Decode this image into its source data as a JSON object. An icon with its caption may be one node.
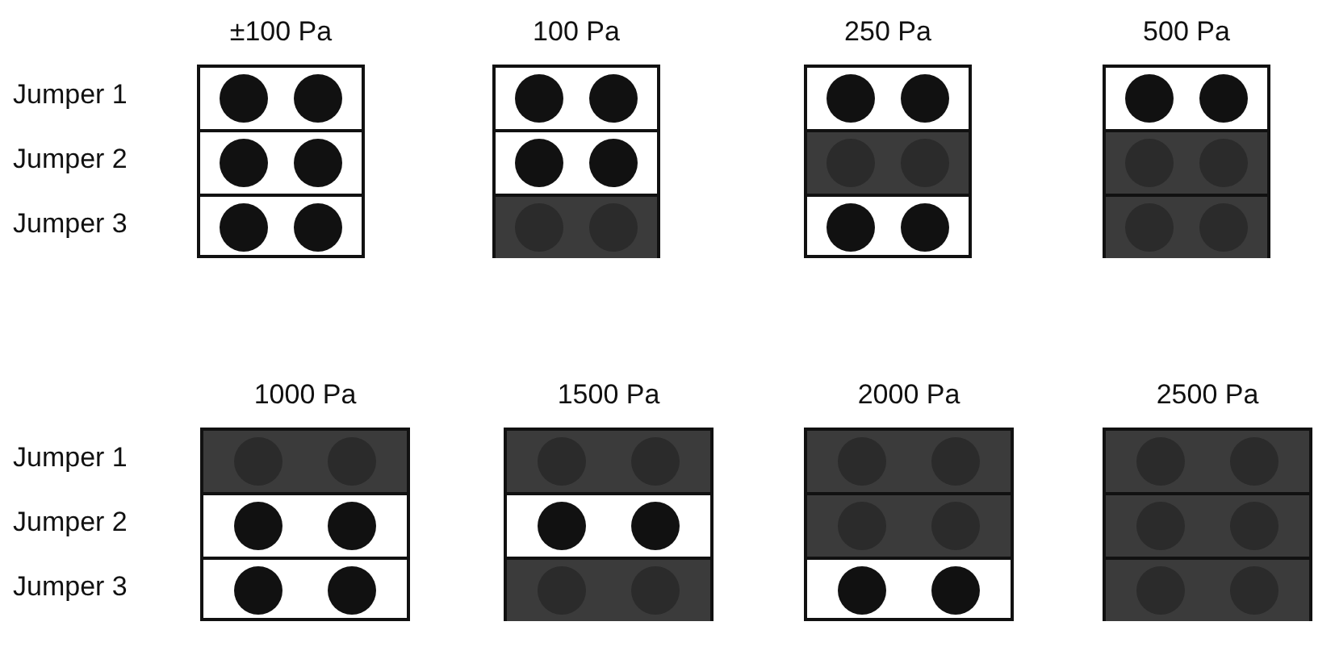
{
  "diagram": {
    "nodes": [
      {
        "text": [
          "±100 Pa"
        ]
      },
      {
        "text": [],
        "shape": "box",
        "in": 0
      },
      {
        "text": [],
        "shape": "box",
        "in": 0
      },
      {
        "text": [],
        "shape": "box",
        "in": 0
      },
      {
        "text": [
          "100 Pa"
        ]
      },
      {
        "text": [],
        "shape": "box",
        "in": 4
      },
      {
        "text": [],
        "shape": "box",
        "in": 4
      },
      {
        "text": [],
        "shape": "bar",
        "in": 4
      },
      {
        "text": [
          "250 Pa"
        ]
      },
      {
        "text": [],
        "shape": "box",
        "in": 8
      },
      {
        "text": [],
        "shape": "bar",
        "in": 8
      },
      {
        "text": [],
        "shape": "box",
        "in": 8
      },
      {
        "text": [
          "500 Pa"
        ]
      },
      {
        "text": [],
        "shape": "box",
        "in": 12
      },
      {
        "text": [],
        "shape": "bar",
        "in": 12
      },
      {
        "text": [],
        "shape": "bar",
        "in": 12
      },
      {
        "text": [
          "1000 Pa"
        ]
      },
      {
        "text": [],
        "shape": "bar",
        "in": 16
      },
      {
        "text": [],
        "shape": "box",
        "in": 16
      },
      {
        "text": [],
        "shape": "box",
        "in": 16
      },
      {
        "text": [
          "1500 Pa"
        ]
      },
      {
        "text": [],
        "shape": "bar",
        "in": 20
      },
      {
        "text": [],
        "shape": "box",
        "in": 20
      },
      {
        "text": [],
        "shape": "bar",
        "in": 20
      },
      {
        "text": [
          "2000 Pa"
        ]
      },
      {
        "text": [],
        "shape": "bar",
        "in": 24
      },
      {
        "text": [],
        "shape": "bar",
        "in": 24
      },
      {
        "text": [],
        "shape": "box",
        "in": 24
      },
      {
        "text": [
          "2500 Pa"
        ]
      },
      {
        "text": [],
        "shape": "bar",
        "in": 28
      },
      {
        "text": [],
        "shape": "bar",
        "in": 28
      },
      {
        "text": [],
        "shape": "bar",
        "in": 28
      }
    ],
    "labels": [
      "Jumper 1",
      "Jumper 2",
      "Jumper 3",
      "Jumper 1",
      "Jumper 2",
      "Jumper 3"
    ]
  }
}
